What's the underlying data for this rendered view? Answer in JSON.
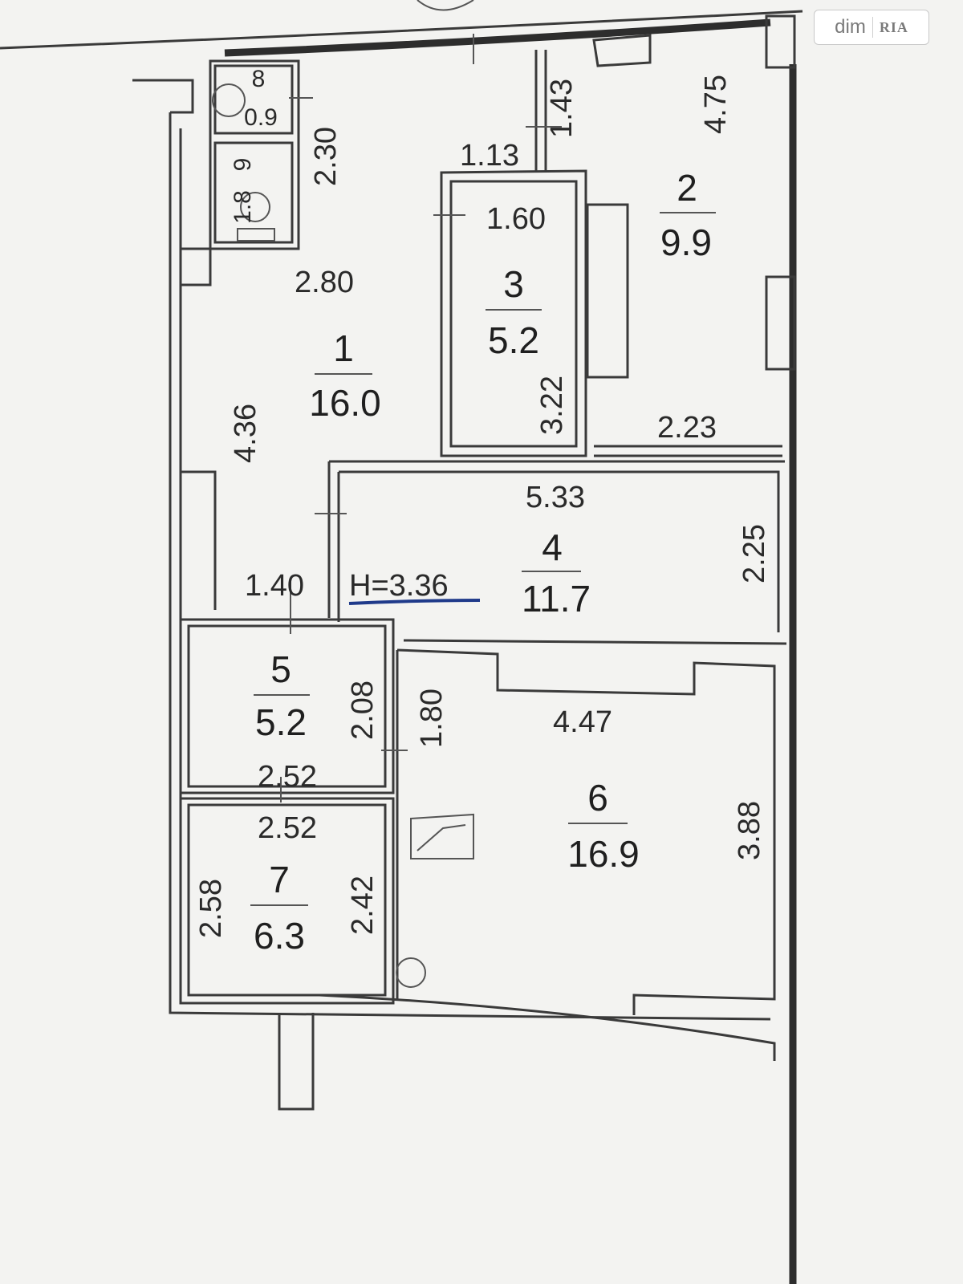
{
  "watermark": {
    "brand": "dim",
    "logo": "RIA"
  },
  "rooms": [
    {
      "number": "1",
      "area": "16.0"
    },
    {
      "number": "2",
      "area": "9.9"
    },
    {
      "number": "3",
      "area": "5.2"
    },
    {
      "number": "4",
      "area": "11.7"
    },
    {
      "number": "5",
      "area": "5.2"
    },
    {
      "number": "6",
      "area": "16.9"
    },
    {
      "number": "7",
      "area": "6.3"
    },
    {
      "number": "8",
      "area": "0.9"
    },
    {
      "number": "9",
      "area": "1.8"
    }
  ],
  "ceiling_height": "H=3.36",
  "dimensions": {
    "d_230": "2.30",
    "d_280": "2.80",
    "d_436": "4.36",
    "d_140": "1.40",
    "d_113": "1.13",
    "d_143": "1.43",
    "d_475": "4.75",
    "d_160": "1.60",
    "d_322": "3.22",
    "d_223": "2.23",
    "d_533": "5.33",
    "d_225": "2.25",
    "d_208": "2.08",
    "d_252a": "2.52",
    "d_252b": "2.52",
    "d_180": "1.80",
    "d_447": "4.47",
    "d_388": "3.88",
    "d_258": "2.58",
    "d_242": "2.42"
  }
}
